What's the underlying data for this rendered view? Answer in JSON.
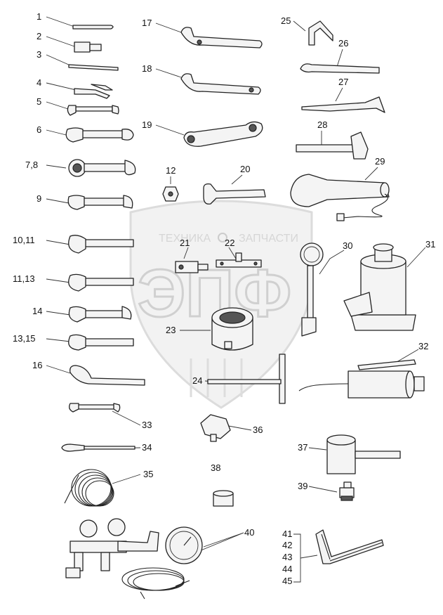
{
  "watermark": {
    "brand_left": "ТЕХНИКА",
    "brand_right": "ЗАПЧАСТИ",
    "big_letters": "ЭПФ"
  },
  "labels": {
    "l1": "1",
    "l2": "2",
    "l3": "3",
    "l4": "4",
    "l5": "5",
    "l6": "6",
    "l7_8": "7,8",
    "l9": "9",
    "l10_11": "10,11",
    "l11_13": "11,13",
    "l12": "12",
    "l13_15": "13,15",
    "l14": "14",
    "l16": "16",
    "l17": "17",
    "l18": "18",
    "l19": "19",
    "l20": "20",
    "l21": "21",
    "l22": "22",
    "l23": "23",
    "l24": "24",
    "l25": "25",
    "l26": "26",
    "l27": "27",
    "l28": "28",
    "l29": "29",
    "l30": "30",
    "l31": "31",
    "l32": "32",
    "l33": "33",
    "l34": "34",
    "l35": "35",
    "l36": "36",
    "l37": "37",
    "l38": "38",
    "l39": "39",
    "l40": "40",
    "l41": "41",
    "l42": "42",
    "l43": "43",
    "l44": "44",
    "l45": "45"
  }
}
